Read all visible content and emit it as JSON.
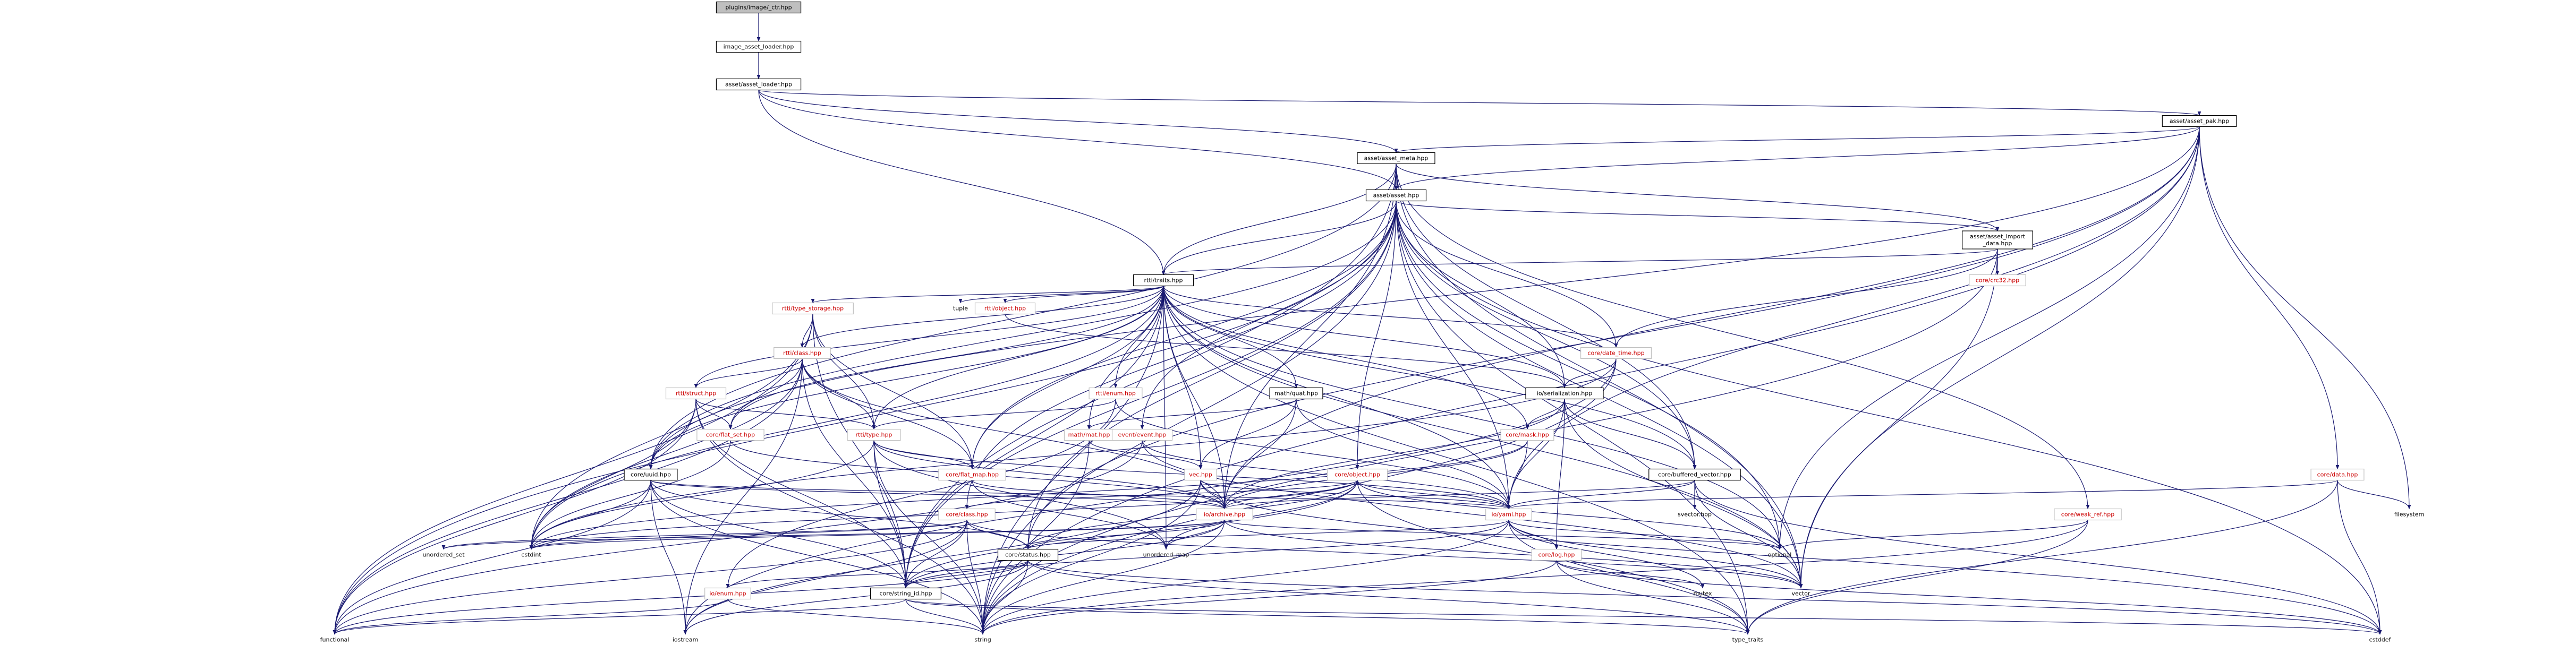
{
  "colors": {
    "edge": "#191970",
    "node_border": "#000000",
    "node_border_linked": "#bfbfbf",
    "text_normal": "#000000",
    "text_linked_red": "#cc0000",
    "root_fill": "#bfbfbf",
    "node_fill": "#ffffff"
  },
  "nodes": [
    {
      "id": "root",
      "lines": [
        "plugins/image/_ctr.hpp"
      ],
      "style": "root"
    },
    {
      "id": "image_asset_loader",
      "lines": [
        "image_asset_loader.hpp"
      ],
      "style": "normal"
    },
    {
      "id": "asset_loader",
      "lines": [
        "asset/asset_loader.hpp"
      ],
      "style": "normal"
    },
    {
      "id": "asset_pak",
      "lines": [
        "asset/asset_pak.hpp"
      ],
      "style": "normal"
    },
    {
      "id": "asset_meta",
      "lines": [
        "asset/asset_meta.hpp"
      ],
      "style": "normal"
    },
    {
      "id": "asset",
      "lines": [
        "asset/asset.hpp"
      ],
      "style": "normal"
    },
    {
      "id": "asset_import",
      "lines": [
        "asset/asset_import",
        "_data.hpp"
      ],
      "style": "normal"
    },
    {
      "id": "crc32",
      "lines": [
        "core/crc32.hpp"
      ],
      "style": "red"
    },
    {
      "id": "traits",
      "lines": [
        "rtti/traits.hpp"
      ],
      "style": "normal"
    },
    {
      "id": "type_storage",
      "lines": [
        "rtti/type_storage.hpp"
      ],
      "style": "red"
    },
    {
      "id": "tuple",
      "lines": [
        "tuple"
      ],
      "style": "plain"
    },
    {
      "id": "rtti_object",
      "lines": [
        "rtti/object.hpp"
      ],
      "style": "red"
    },
    {
      "id": "rtti_class",
      "lines": [
        "rtti/class.hpp"
      ],
      "style": "red"
    },
    {
      "id": "date_time",
      "lines": [
        "core/date_time.hpp"
      ],
      "style": "red"
    },
    {
      "id": "serialization",
      "lines": [
        "io/serialization.hpp"
      ],
      "style": "normal"
    },
    {
      "id": "rtti_struct",
      "lines": [
        "rtti/struct.hpp"
      ],
      "style": "red"
    },
    {
      "id": "rtti_enum",
      "lines": [
        "rtti/enum.hpp"
      ],
      "style": "red"
    },
    {
      "id": "math_quat",
      "lines": [
        "math/quat.hpp"
      ],
      "style": "normal"
    },
    {
      "id": "math_mat",
      "lines": [
        "math/mat.hpp"
      ],
      "style": "red"
    },
    {
      "id": "event",
      "lines": [
        "event/event.hpp"
      ],
      "style": "red"
    },
    {
      "id": "rtti_type",
      "lines": [
        "rtti/type.hpp"
      ],
      "style": "red"
    },
    {
      "id": "flat_set",
      "lines": [
        "core/flat_set.hpp"
      ],
      "style": "red"
    },
    {
      "id": "flat_map",
      "lines": [
        "core/flat_map.hpp"
      ],
      "style": "red"
    },
    {
      "id": "core_mask",
      "lines": [
        "core/mask.hpp"
      ],
      "style": "red"
    },
    {
      "id": "buffered_vector",
      "lines": [
        "core/buffered_vector.hpp"
      ],
      "style": "normal"
    },
    {
      "id": "core_uuid",
      "lines": [
        "core/uuid.hpp"
      ],
      "style": "normal"
    },
    {
      "id": "vec",
      "lines": [
        "vec.hpp"
      ],
      "style": "red"
    },
    {
      "id": "core_object",
      "lines": [
        "core/object.hpp"
      ],
      "style": "red"
    },
    {
      "id": "io_archive",
      "lines": [
        "io/archive.hpp"
      ],
      "style": "red"
    },
    {
      "id": "io_yaml",
      "lines": [
        "io/yaml.hpp"
      ],
      "style": "red"
    },
    {
      "id": "svector",
      "lines": [
        "svector.hpp"
      ],
      "style": "plain"
    },
    {
      "id": "core_data",
      "lines": [
        "core/data.hpp"
      ],
      "style": "red"
    },
    {
      "id": "weak_ref",
      "lines": [
        "core/weak_ref.hpp"
      ],
      "style": "red"
    },
    {
      "id": "filesystem",
      "lines": [
        "filesystem"
      ],
      "style": "plain"
    },
    {
      "id": "core_class",
      "lines": [
        "core/class.hpp"
      ],
      "style": "red"
    },
    {
      "id": "core_status",
      "lines": [
        "core/status.hpp"
      ],
      "style": "normal"
    },
    {
      "id": "core_log",
      "lines": [
        "core/log.hpp"
      ],
      "style": "red"
    },
    {
      "id": "unordered_set",
      "lines": [
        "unordered_set"
      ],
      "style": "plain"
    },
    {
      "id": "cstdint",
      "lines": [
        "cstdint"
      ],
      "style": "plain"
    },
    {
      "id": "unordered_map",
      "lines": [
        "unordered_map"
      ],
      "style": "plain"
    },
    {
      "id": "optional",
      "lines": [
        "optional"
      ],
      "style": "plain"
    },
    {
      "id": "mutex",
      "lines": [
        "mutex"
      ],
      "style": "plain"
    },
    {
      "id": "vector",
      "lines": [
        "vector"
      ],
      "style": "plain"
    },
    {
      "id": "magic_enum",
      "lines": [
        "io/enum.hpp"
      ],
      "style": "red"
    },
    {
      "id": "string_id",
      "lines": [
        "core/string_id.hpp"
      ],
      "style": "normal"
    },
    {
      "id": "functional",
      "lines": [
        "functional"
      ],
      "style": "plain"
    },
    {
      "id": "iostream",
      "lines": [
        "iostream"
      ],
      "style": "plain"
    },
    {
      "id": "string",
      "lines": [
        "string"
      ],
      "style": "plain"
    },
    {
      "id": "type_traits",
      "lines": [
        "type_traits"
      ],
      "style": "plain"
    },
    {
      "id": "cstddef",
      "lines": [
        "cstddef"
      ],
      "style": "plain"
    }
  ],
  "edges": [
    [
      "root",
      "image_asset_loader"
    ],
    [
      "image_asset_loader",
      "asset_loader"
    ],
    [
      "asset_loader",
      "asset_pak"
    ],
    [
      "asset_loader",
      "asset_meta"
    ],
    [
      "asset_loader",
      "asset"
    ],
    [
      "asset_loader",
      "traits"
    ],
    [
      "asset_pak",
      "asset_meta"
    ],
    [
      "asset_pak",
      "asset"
    ],
    [
      "asset_pak",
      "core_data"
    ],
    [
      "asset_pak",
      "filesystem"
    ],
    [
      "asset_pak",
      "vector"
    ],
    [
      "asset_pak",
      "string"
    ],
    [
      "asset_pak",
      "optional"
    ],
    [
      "asset_pak",
      "io_yaml"
    ],
    [
      "asset_pak",
      "io_archive"
    ],
    [
      "asset_pak",
      "core_uuid"
    ],
    [
      "asset_pak",
      "core_status"
    ],
    [
      "asset_meta",
      "asset"
    ],
    [
      "asset_meta",
      "asset_import"
    ],
    [
      "asset_meta",
      "traits"
    ],
    [
      "asset_meta",
      "weak_ref"
    ],
    [
      "asset_meta",
      "core_uuid"
    ],
    [
      "asset_meta",
      "vector"
    ],
    [
      "asset_meta",
      "string_id"
    ],
    [
      "asset_meta",
      "buffered_vector"
    ],
    [
      "asset_meta",
      "io_archive"
    ],
    [
      "asset",
      "asset_import"
    ],
    [
      "asset",
      "traits"
    ],
    [
      "asset",
      "core_object"
    ],
    [
      "asset",
      "serialization"
    ],
    [
      "asset",
      "buffered_vector"
    ],
    [
      "asset",
      "optional"
    ],
    [
      "asset",
      "cstddef"
    ],
    [
      "asset",
      "vector"
    ],
    [
      "asset",
      "string"
    ],
    [
      "asset",
      "functional"
    ],
    [
      "asset",
      "string_id"
    ],
    [
      "asset",
      "core_uuid"
    ],
    [
      "asset",
      "core_status"
    ],
    [
      "asset",
      "io_yaml"
    ],
    [
      "asset",
      "date_time"
    ],
    [
      "asset",
      "flat_map"
    ],
    [
      "asset",
      "core_class"
    ],
    [
      "asset",
      "event"
    ],
    [
      "asset",
      "type_traits"
    ],
    [
      "asset_import",
      "crc32"
    ],
    [
      "asset_import",
      "traits"
    ],
    [
      "asset_import",
      "date_time"
    ],
    [
      "asset_import",
      "vector"
    ],
    [
      "asset_import",
      "string"
    ],
    [
      "traits",
      "type_storage"
    ],
    [
      "traits",
      "tuple"
    ],
    [
      "traits",
      "rtti_object"
    ],
    [
      "traits",
      "rtti_class"
    ],
    [
      "traits",
      "date_time"
    ],
    [
      "traits",
      "serialization"
    ],
    [
      "traits",
      "rtti_struct"
    ],
    [
      "traits",
      "rtti_enum"
    ],
    [
      "traits",
      "math_quat"
    ],
    [
      "traits",
      "math_mat"
    ],
    [
      "traits",
      "rtti_type"
    ],
    [
      "traits",
      "flat_set"
    ],
    [
      "traits",
      "flat_map"
    ],
    [
      "traits",
      "core_mask"
    ],
    [
      "traits",
      "buffered_vector"
    ],
    [
      "traits",
      "core_uuid"
    ],
    [
      "traits",
      "vec"
    ],
    [
      "traits",
      "io_archive"
    ],
    [
      "traits",
      "io_yaml"
    ],
    [
      "traits",
      "vector"
    ],
    [
      "traits",
      "optional"
    ],
    [
      "traits",
      "string"
    ],
    [
      "traits",
      "cstdint"
    ],
    [
      "traits",
      "type_traits"
    ],
    [
      "traits",
      "unordered_map"
    ],
    [
      "traits",
      "string_id"
    ],
    [
      "type_storage",
      "rtti_class"
    ],
    [
      "type_storage",
      "rtti_type"
    ],
    [
      "type_storage",
      "flat_map"
    ],
    [
      "type_storage",
      "cstdint"
    ],
    [
      "type_storage",
      "functional"
    ],
    [
      "type_storage",
      "string_id"
    ],
    [
      "rtti_object",
      "serialization"
    ],
    [
      "rtti_class",
      "rtti_struct"
    ],
    [
      "rtti_class",
      "rtti_type"
    ],
    [
      "rtti_class",
      "flat_set"
    ],
    [
      "rtti_class",
      "flat_map"
    ],
    [
      "rtti_class",
      "cstdint"
    ],
    [
      "rtti_class",
      "string_id"
    ],
    [
      "rtti_class",
      "functional"
    ],
    [
      "rtti_class",
      "io_archive"
    ],
    [
      "rtti_class",
      "iostream"
    ],
    [
      "date_time",
      "serialization"
    ],
    [
      "date_time",
      "string"
    ],
    [
      "date_time",
      "cstdint"
    ],
    [
      "date_time",
      "iostream"
    ],
    [
      "serialization",
      "core_mask"
    ],
    [
      "serialization",
      "io_archive"
    ],
    [
      "serialization",
      "io_yaml"
    ],
    [
      "serialization",
      "core_log"
    ],
    [
      "serialization",
      "vector"
    ],
    [
      "serialization",
      "buffered_vector"
    ],
    [
      "rtti_struct",
      "rtti_type"
    ],
    [
      "rtti_struct",
      "flat_set"
    ],
    [
      "rtti_struct",
      "cstdint"
    ],
    [
      "rtti_struct",
      "functional"
    ],
    [
      "rtti_struct",
      "string_id"
    ],
    [
      "rtti_struct",
      "string"
    ],
    [
      "rtti_enum",
      "rtti_type"
    ],
    [
      "rtti_enum",
      "magic_enum"
    ],
    [
      "rtti_enum",
      "io_yaml"
    ],
    [
      "math_quat",
      "math_mat"
    ],
    [
      "math_quat",
      "vec"
    ],
    [
      "math_quat",
      "io_archive"
    ],
    [
      "math_quat",
      "io_yaml"
    ],
    [
      "math_mat",
      "vec"
    ],
    [
      "math_mat",
      "string"
    ],
    [
      "event",
      "io_yaml"
    ],
    [
      "event",
      "vector"
    ],
    [
      "event",
      "functional"
    ],
    [
      "rtti_type",
      "flat_map"
    ],
    [
      "rtti_type",
      "io_archive"
    ],
    [
      "rtti_type",
      "io_yaml"
    ],
    [
      "rtti_type",
      "string_id"
    ],
    [
      "rtti_type",
      "cstdint"
    ],
    [
      "rtti_type",
      "string"
    ],
    [
      "rtti_type",
      "unordered_map"
    ],
    [
      "flat_set",
      "io_archive"
    ],
    [
      "flat_set",
      "cstdint"
    ],
    [
      "flat_map",
      "io_archive"
    ],
    [
      "flat_map",
      "unordered_map"
    ],
    [
      "core_mask",
      "io_archive"
    ],
    [
      "core_mask",
      "io_yaml"
    ],
    [
      "core_mask",
      "cstdint"
    ],
    [
      "buffered_vector",
      "svector"
    ],
    [
      "buffered_vector",
      "io_yaml"
    ],
    [
      "buffered_vector",
      "io_archive"
    ],
    [
      "buffered_vector",
      "vector"
    ],
    [
      "buffered_vector",
      "cstddef"
    ],
    [
      "core_uuid",
      "io_archive"
    ],
    [
      "core_uuid",
      "io_yaml"
    ],
    [
      "core_uuid",
      "core_status"
    ],
    [
      "core_uuid",
      "cstdint"
    ],
    [
      "core_uuid",
      "string"
    ],
    [
      "core_uuid",
      "iostream"
    ],
    [
      "core_uuid",
      "functional"
    ],
    [
      "core_uuid",
      "string_id"
    ],
    [
      "vec",
      "io_archive"
    ],
    [
      "vec",
      "io_yaml"
    ],
    [
      "vec",
      "cstddef"
    ],
    [
      "vec",
      "string"
    ],
    [
      "vec",
      "iostream"
    ],
    [
      "core_object",
      "core_class"
    ],
    [
      "core_object",
      "io_archive"
    ],
    [
      "core_object",
      "io_yaml"
    ],
    [
      "core_object",
      "core_status"
    ],
    [
      "core_object",
      "string_id"
    ],
    [
      "core_object",
      "cstdint"
    ],
    [
      "core_object",
      "type_traits"
    ],
    [
      "core_object",
      "optional"
    ],
    [
      "core_object",
      "unordered_map"
    ],
    [
      "io_archive",
      "core_status"
    ],
    [
      "io_archive",
      "string_id"
    ],
    [
      "io_archive",
      "unordered_map"
    ],
    [
      "io_archive",
      "unordered_set"
    ],
    [
      "io_archive",
      "vector"
    ],
    [
      "io_archive",
      "string"
    ],
    [
      "io_archive",
      "optional"
    ],
    [
      "io_archive",
      "cstdint"
    ],
    [
      "io_yaml",
      "core_log"
    ],
    [
      "io_yaml",
      "core_status"
    ],
    [
      "io_yaml",
      "string_id"
    ],
    [
      "io_yaml",
      "optional"
    ],
    [
      "io_yaml",
      "vector"
    ],
    [
      "io_yaml",
      "mutex"
    ],
    [
      "io_yaml",
      "string"
    ],
    [
      "io_yaml",
      "type_traits"
    ],
    [
      "core_data",
      "io_yaml"
    ],
    [
      "core_data",
      "filesystem"
    ],
    [
      "core_data",
      "cstddef"
    ],
    [
      "core_data",
      "type_traits"
    ],
    [
      "weak_ref",
      "optional"
    ],
    [
      "weak_ref",
      "string"
    ],
    [
      "weak_ref",
      "type_traits"
    ],
    [
      "core_class",
      "core_status"
    ],
    [
      "core_class",
      "string_id"
    ],
    [
      "core_class",
      "unordered_set"
    ],
    [
      "core_class",
      "cstdint"
    ],
    [
      "core_class",
      "string"
    ],
    [
      "core_class",
      "functional"
    ],
    [
      "core_class",
      "vector"
    ],
    [
      "core_class",
      "iostream"
    ],
    [
      "core_status",
      "magic_enum"
    ],
    [
      "core_status",
      "string_id"
    ],
    [
      "core_status",
      "string"
    ],
    [
      "core_status",
      "iostream"
    ],
    [
      "core_status",
      "functional"
    ],
    [
      "core_status",
      "type_traits"
    ],
    [
      "core_status",
      "cstddef"
    ],
    [
      "core_log",
      "string"
    ],
    [
      "core_log",
      "mutex"
    ],
    [
      "core_log",
      "type_traits"
    ],
    [
      "core_log",
      "cstddef"
    ],
    [
      "magic_enum",
      "string"
    ],
    [
      "magic_enum",
      "functional"
    ],
    [
      "string_id",
      "string"
    ],
    [
      "string_id",
      "functional"
    ],
    [
      "string_id",
      "type_traits"
    ],
    [
      "string_id",
      "cstddef"
    ]
  ]
}
